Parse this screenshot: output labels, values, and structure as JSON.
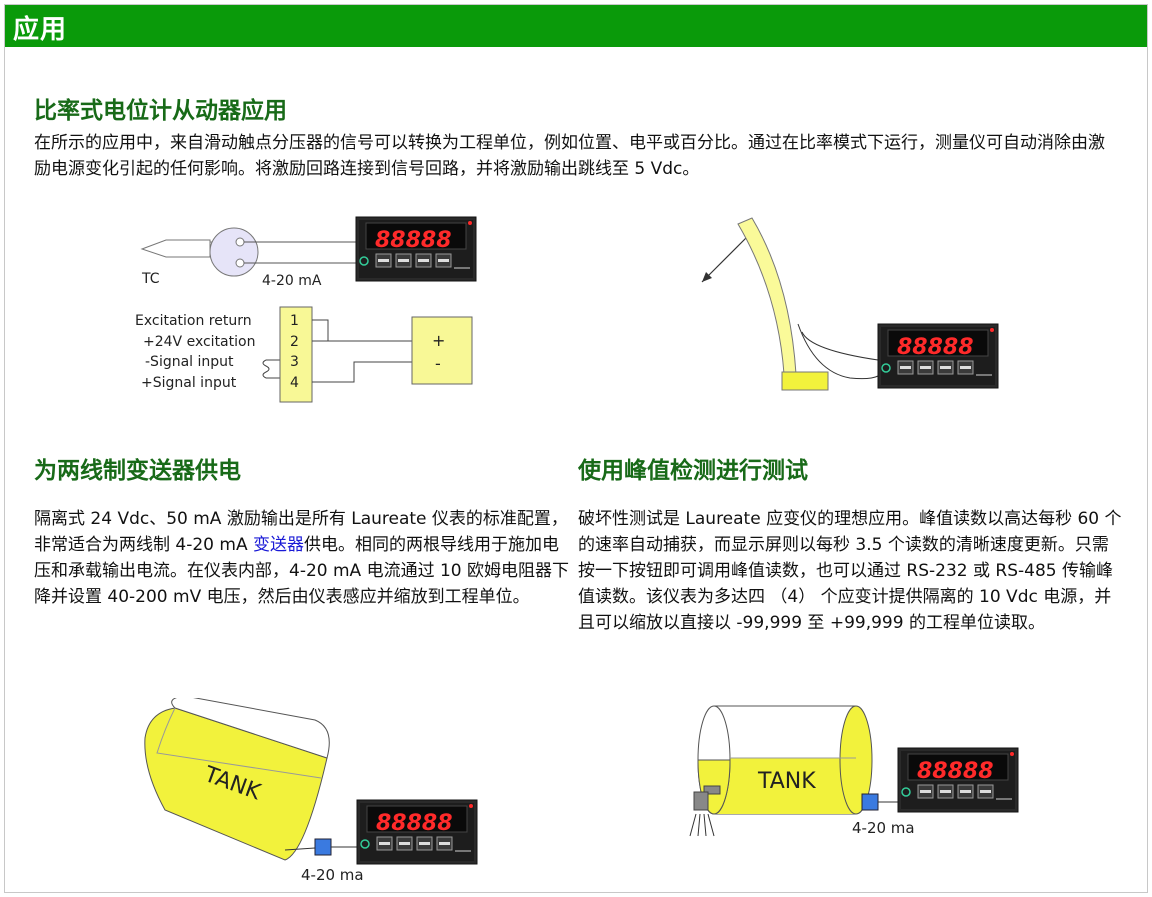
{
  "header": {
    "title": "应用"
  },
  "section1": {
    "title": "比率式电位计从动器应用",
    "paragraph": "在所示的应用中，来自滑动触点分压器的信号可以转换为工程单位，例如位置、电平或百分比。通过在比率模式下运行，测量仪可自动消除由激励电源变化引起的任何影响。将激励回路连接到信号回路，并将激励输出跳线至 5 Vdc。"
  },
  "section2": {
    "title": "为两线制变送器供电",
    "paragraph_before_link": "隔离式 24 Vdc、50 mA 激励输出是所有 Laureate 仪表的标准配置，非常适合为两线制 4-20 mA ",
    "link_text": "变送器",
    "paragraph_after_link": "供电。相同的两根导线用于施加电压和承载输出电流。在仪表内部，4-20 mA 电流通过 10 欧姆电阻器下降并设置 40-200 mV 电压，然后由仪表感应并缩放到工程单位。"
  },
  "section3": {
    "title": "使用峰值检测进行测试",
    "paragraph": "破坏性测试是 Laureate 应变仪的理想应用。峰值读数以高达每秒 60 个的速率自动捕获，而显示屏则以每秒 3.5 个读数的清晰速度更新。只需按一下按钮即可调用峰值读数，也可以通过 RS-232 或 RS-485 传输峰值读数。该仪表为多达四 （4） 个应变计提供隔离的 10 Vdc 电源，并且可以缩放以直接以 -99,999 至 +99,999 的工程单位读取。"
  },
  "meter": {
    "display": "88888"
  },
  "diagram1": {
    "tc_label": "TC",
    "current_label": "4-20 mA",
    "terminal_labels": [
      "Excitation return",
      "+24V excitation",
      "-Signal input",
      "+Signal input"
    ],
    "terminal_numbers": [
      "1",
      "2",
      "3",
      "4"
    ],
    "supply_plus": "+",
    "supply_minus": "-"
  },
  "diagram3": {
    "tank_label": "TANK",
    "current_label": "4-20 ma"
  },
  "diagram4": {
    "tank_label": "TANK",
    "current_label": "4-20 ma"
  },
  "colors": {
    "header_green": "#0a9a0a",
    "title_green": "#186a18",
    "link_blue": "#1a1ad6",
    "tank_yellow": "#f2f23c",
    "pale_yellow": "#fafa99",
    "led_red": "#ff2a2a"
  }
}
